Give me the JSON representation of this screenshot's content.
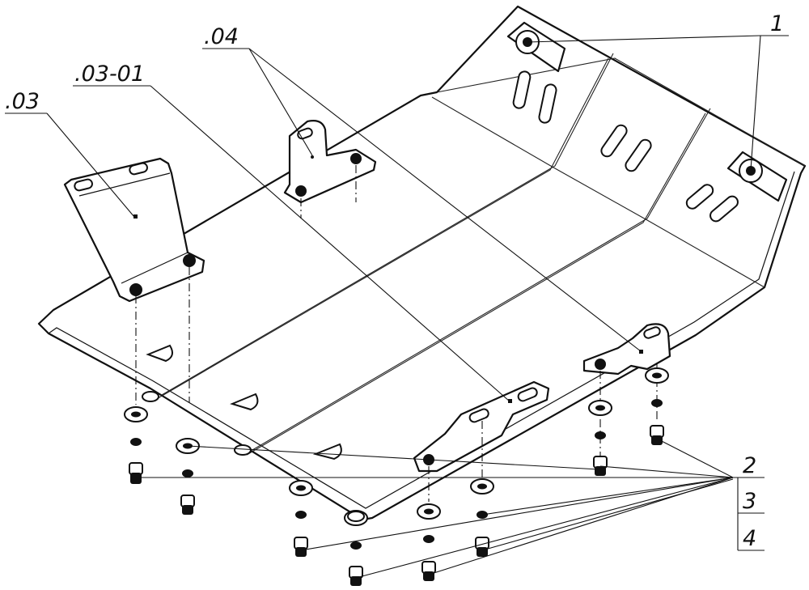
{
  "drawing": {
    "title": "",
    "callouts": {
      "item_03": ".03",
      "item_03_01": ".03-01",
      "item_04": ".04",
      "item_1": "1",
      "item_2": "2",
      "item_3": "3",
      "item_4": "4"
    },
    "colors": {
      "line": "#111111",
      "background": "#ffffff"
    },
    "components": [
      "skid-plate",
      "bracket-03",
      "bracket-03-01",
      "bracket-04",
      "mounting-nut-1",
      "bolt-2",
      "spring-washer-3",
      "flat-washer-4"
    ]
  }
}
